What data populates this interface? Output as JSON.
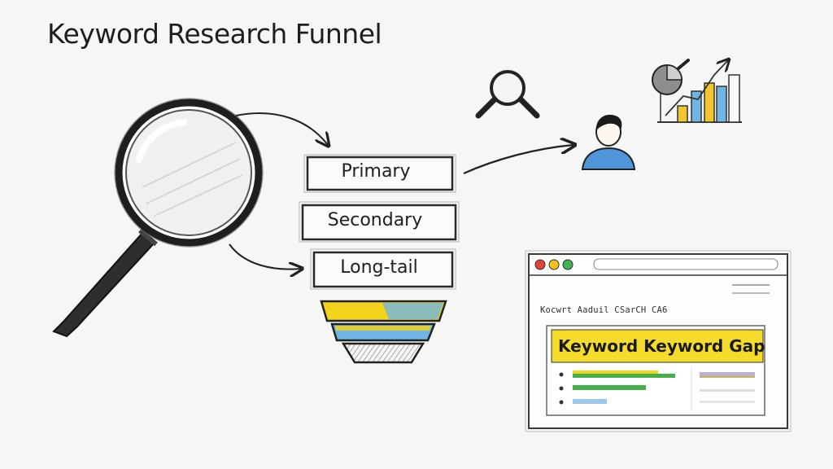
{
  "title": "Keyword Research Funnel",
  "funnel": {
    "tiers": [
      "Primary",
      "Secondary",
      "Long-tail"
    ]
  },
  "browser": {
    "heading": "Kocwrt Aaduil CSarCH CA6",
    "highlight": "Keyword Keyword Gap"
  },
  "icons": {
    "large_magnifier": "magnifying-glass-icon",
    "small_magnifier": "search-icon",
    "user": "user-icon",
    "analytics": "bar-chart-icon"
  },
  "colors": {
    "yellow": "#f2d21b",
    "blue": "#6fb6e6",
    "green": "#43b04a",
    "ink": "#1e1e1e"
  }
}
